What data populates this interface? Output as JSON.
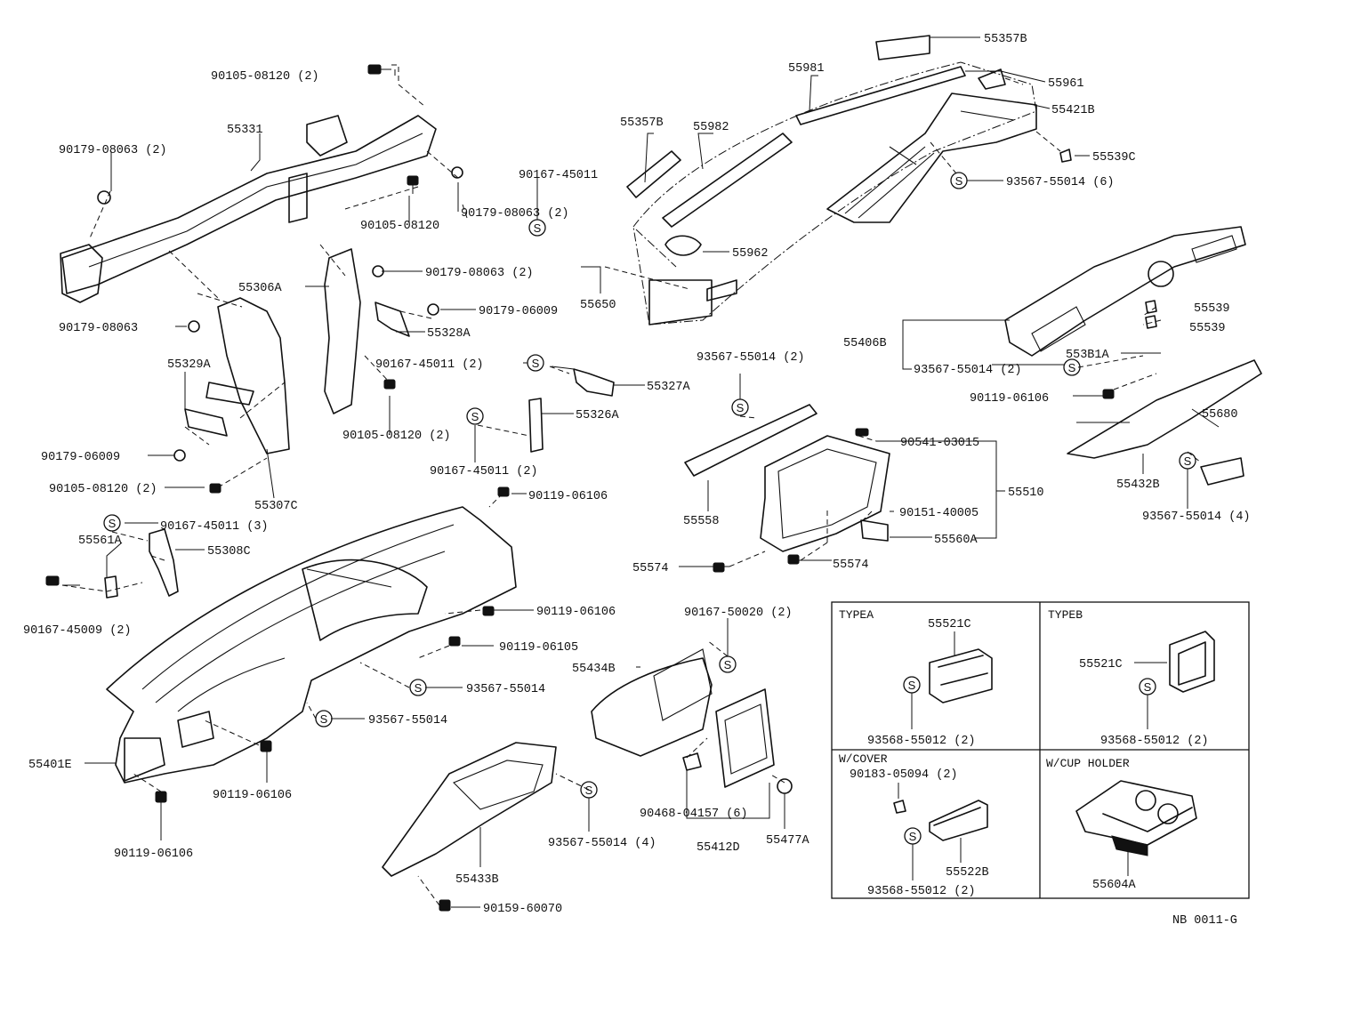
{
  "s_symbol": "S",
  "callouts": {
    "p55357B_top": "55357B",
    "p55981": "55981",
    "p55961": "55961",
    "p55421B": "55421B",
    "p55357B_left": "55357B",
    "p55982": "55982",
    "p55539C": "55539C",
    "p93567_55014_6": "93567-55014 (6)",
    "p90167_45011_a": "90167-45011",
    "p55962": "55962",
    "p55650": "55650",
    "p90105_08120_2_top": "90105-08120 (2)",
    "p55331": "55331",
    "p90179_08063_2_left": "90179-08063 (2)",
    "p90179_08063_2_mid": "90179-08063 (2)",
    "p90105_08120_mid": "90105-08120",
    "p55306A": "55306A",
    "p90179_08063_2_b": "90179-08063 (2)",
    "p90179_08063": "90179-08063",
    "p90179_06009_a": "90179-06009",
    "p55328A": "55328A",
    "p55329A": "55329A",
    "p90167_45011_2_a": "90167-45011 (2)",
    "p55327A": "55327A",
    "p90105_08120_2_mid": "90105-08120 (2)",
    "p55326A": "55326A",
    "p90179_06009_b": "90179-06009",
    "p90105_08120_2_low": "90105-08120 (2)",
    "p55307C": "55307C",
    "p90167_45011_2_b": "90167-45011 (2)",
    "p90119_06106_a": "90119-06106",
    "p55539_a": "55539",
    "p55539_b": "55539",
    "p55406B": "55406B",
    "p93567_55014_2_a": "93567-55014 (2)",
    "p553B1A": "553B1A",
    "p93567_55014_2_b": "93567-55014 (2)",
    "p90119_06106_b": "90119-06106",
    "p55680": "55680",
    "p90541_03015": "90541-03015",
    "p55510": "55510",
    "p55558": "55558",
    "p90151_40005": "90151-40005",
    "p55432B": "55432B",
    "p93567_55014_4_r": "93567-55014 (4)",
    "p55560A": "55560A",
    "p55574_a": "55574",
    "p55574_b": "55574",
    "p90167_45011_3": "90167-45011 (3)",
    "p55561A": "55561A",
    "p55308C": "55308C",
    "p90167_45009_2": "90167-45009 (2)",
    "p90119_06106_c": "90119-06106",
    "p90119_06105": "90119-06105",
    "p93567_55014_a": "93567-55014",
    "p93567_55014_b": "93567-55014",
    "p55401E": "55401E",
    "p90119_06106_d": "90119-06106",
    "p90119_06106_e": "90119-06106",
    "p90167_50020_2": "90167-50020 (2)",
    "p55434B": "55434B",
    "p90468_04157_6": "90468-04157 (6)",
    "p55412D": "55412D",
    "p55477A": "55477A",
    "p93567_55014_4_b": "93567-55014 (4)",
    "p55433B": "55433B",
    "p90159_60070": "90159-60070"
  },
  "inset_panels": {
    "type_a": {
      "title": "TYPEA",
      "part_upper": "55521C",
      "part_lower": "93568-55012 (2)"
    },
    "type_b": {
      "title": "TYPEB",
      "part_upper": "55521C",
      "part_lower": "93568-55012 (2)"
    },
    "with_cover": {
      "title": "W/COVER",
      "part_upper": "90183-05094 (2)",
      "part_mid": "55522B",
      "part_lower": "93568-55012 (2)"
    },
    "with_cup_holder": {
      "title": "W/CUP HOLDER",
      "part_lower": "55604A"
    }
  },
  "figure_code": "NB 0011-G"
}
